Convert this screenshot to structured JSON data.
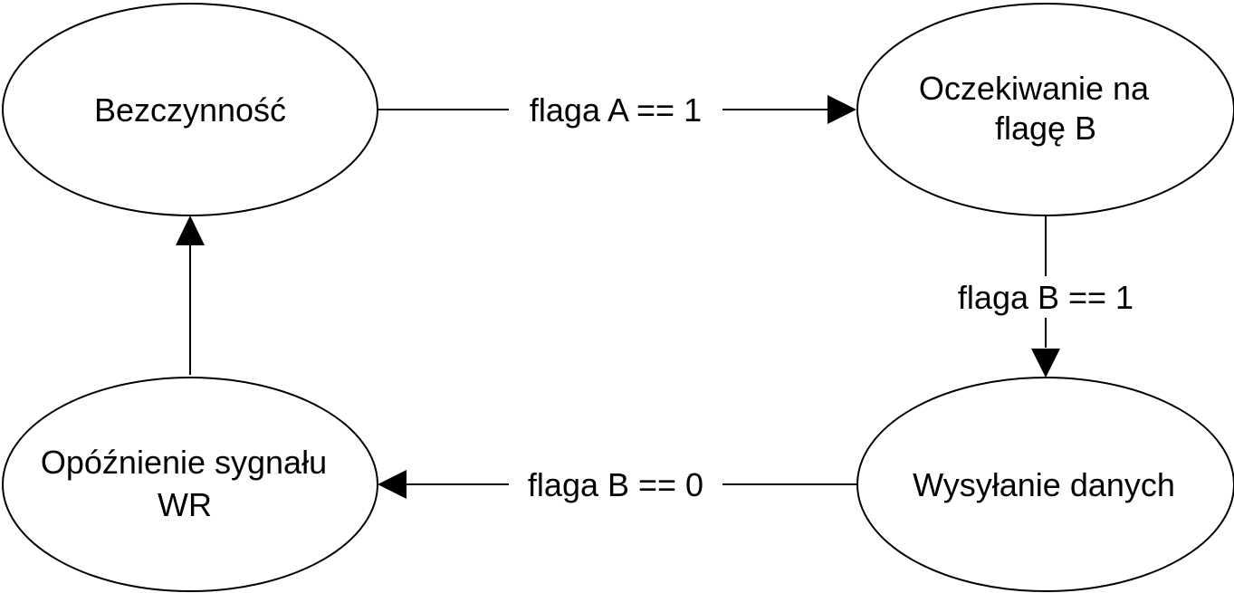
{
  "diagram": {
    "type": "state-machine",
    "colors": {
      "stroke": "#000000",
      "fill": "#ffffff",
      "text": "#000000"
    },
    "states": {
      "idle": {
        "lines": [
          "Bezczynność"
        ]
      },
      "waiting_b": {
        "lines": [
          "Oczekiwanie na",
          "flagę B"
        ]
      },
      "sending": {
        "lines": [
          "Wysyłanie danych"
        ]
      },
      "wr_delay": {
        "lines": [
          "Opóźnienie sygnału",
          "WR"
        ]
      }
    },
    "transitions": {
      "idle_to_waiting": {
        "from": "idle",
        "to": "waiting_b",
        "label": "flaga A == 1"
      },
      "waiting_to_sending": {
        "from": "waiting_b",
        "to": "sending",
        "label": "flaga B == 1"
      },
      "sending_to_delay": {
        "from": "sending",
        "to": "wr_delay",
        "label": "flaga B == 0"
      },
      "delay_to_idle": {
        "from": "wr_delay",
        "to": "idle",
        "label": ""
      }
    }
  }
}
